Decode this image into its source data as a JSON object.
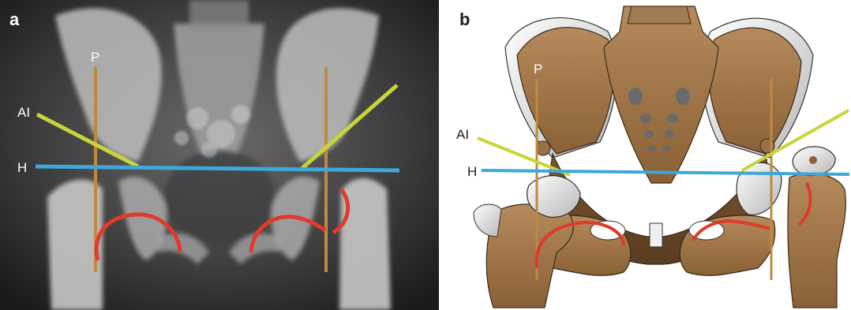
{
  "panel_a": {
    "letter": "a",
    "labels": {
      "p": "P",
      "ai": "AI",
      "h": "H"
    }
  },
  "panel_b": {
    "letter": "b",
    "labels": {
      "p": "P",
      "ai": "AI",
      "h": "H"
    }
  },
  "line_colors": {
    "perkin_line": "#c08a3e",
    "acetabular_index": "#c8d43a",
    "hilgenreiner_line": "#3ea8d8",
    "shenton_arc": "#e03a2a"
  },
  "icons": {
    "panel_a": "pelvis-xray",
    "panel_b": "pelvis-illustration"
  }
}
